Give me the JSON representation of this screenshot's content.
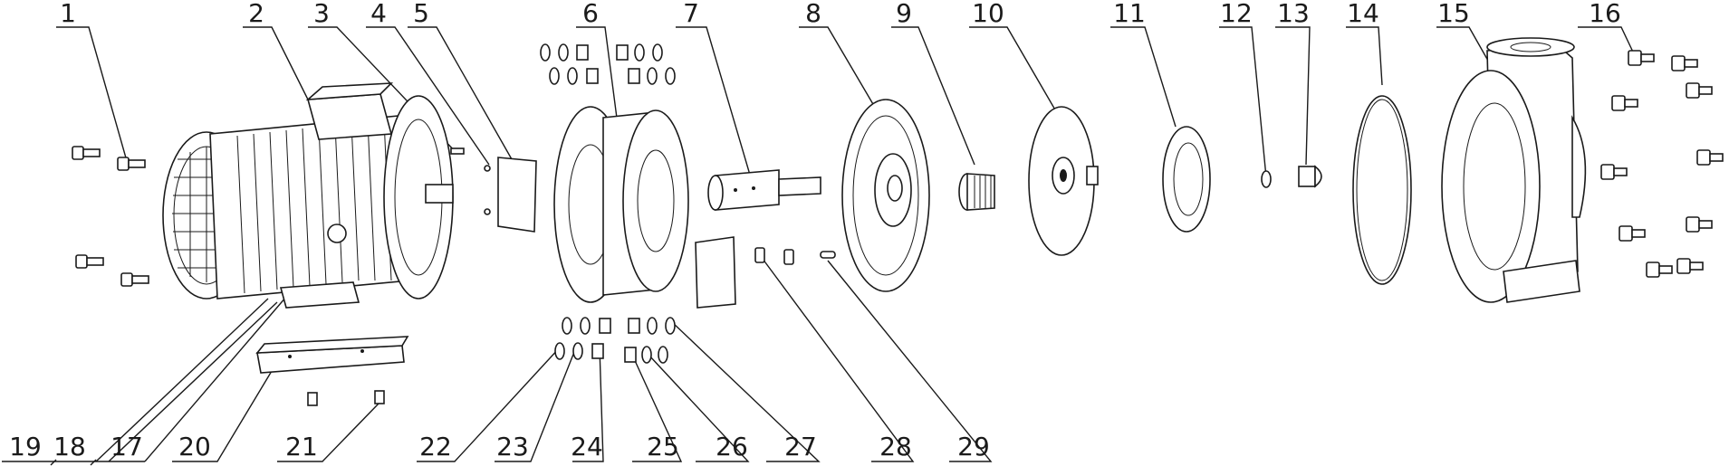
{
  "diagram": {
    "type": "exploded-assembly",
    "callouts": {
      "c1": "1",
      "c2": "2",
      "c3": "3",
      "c4": "4",
      "c5": "5",
      "c6": "6",
      "c7": "7",
      "c8": "8",
      "c9": "9",
      "c10": "10",
      "c11": "11",
      "c12": "12",
      "c13": "13",
      "c14": "14",
      "c15": "15",
      "c16": "16",
      "c17": "17",
      "c18": "18",
      "c19": "19",
      "c20": "20",
      "c21": "21",
      "c22": "22",
      "c23": "23",
      "c24": "24",
      "c25": "25",
      "c26": "26",
      "c27": "27",
      "c28": "28",
      "c29": "29"
    },
    "colors": {
      "ink": "#1a1a1a",
      "background": "#ffffff"
    }
  }
}
